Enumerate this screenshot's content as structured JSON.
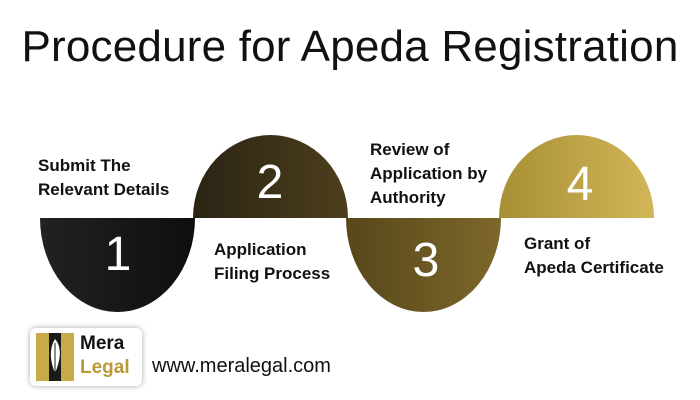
{
  "title": "Procedure for Apeda Registration",
  "steps": [
    {
      "number": "1",
      "label_line1": "Submit The",
      "label_line2": "Relevant Details"
    },
    {
      "number": "2",
      "label_line1": "Application",
      "label_line2": "Filing Process"
    },
    {
      "number": "3",
      "label_line1": "Review of",
      "label_line2": "Application by",
      "label_line3": "Authority"
    },
    {
      "number": "4",
      "label_line1": "Grant of",
      "label_line2": "Apeda Certificate"
    }
  ],
  "logo": {
    "line1": "Mera",
    "line2": "Legal"
  },
  "website": "www.meralegal.com",
  "colors": {
    "step1": "#141414",
    "step2": "#3d3218",
    "step3": "#6e5a22",
    "step4": "#c7ab48",
    "accent": "#b89a3a"
  }
}
